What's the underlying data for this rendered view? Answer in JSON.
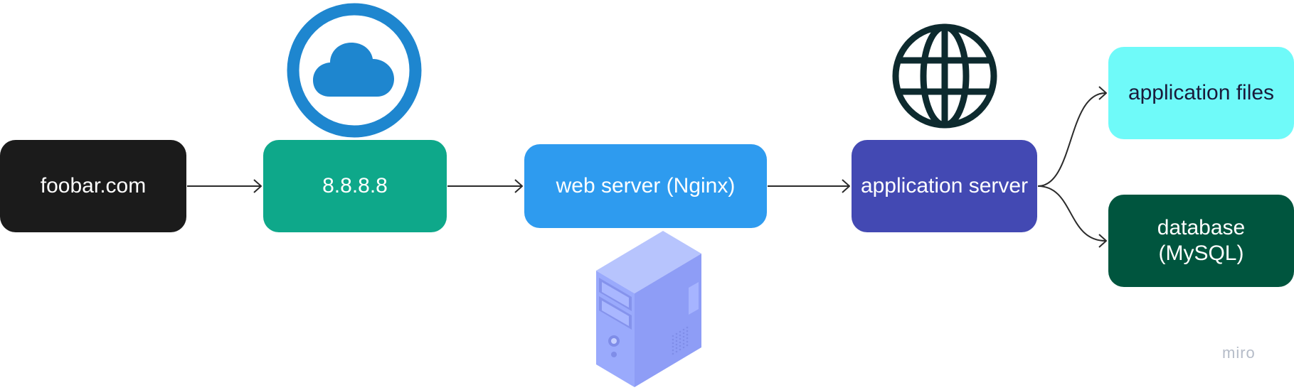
{
  "nodes": {
    "domain": {
      "label": "foobar.com",
      "bg": "#1b1b1b",
      "fg": "#ffffff"
    },
    "ip": {
      "label": "8.8.8.8",
      "bg": "#0ea88a",
      "fg": "#ffffff"
    },
    "web_server": {
      "label": "web server (Nginx)",
      "bg": "#2e9bef",
      "fg": "#ffffff"
    },
    "app_server": {
      "label": "application server",
      "bg": "#4349b3",
      "fg": "#ffffff"
    },
    "app_files": {
      "label": "application files",
      "bg": "#6ffaf9",
      "fg": "#1a1a3a"
    },
    "database": {
      "label": "database\n(MySQL)",
      "bg": "#00553e",
      "fg": "#ffffff"
    }
  },
  "edges": [
    {
      "from": "domain",
      "to": "ip"
    },
    {
      "from": "ip",
      "to": "web_server"
    },
    {
      "from": "web_server",
      "to": "app_server"
    },
    {
      "from": "app_server",
      "to": "app_files"
    },
    {
      "from": "app_server",
      "to": "database"
    }
  ],
  "icons": {
    "cloud": {
      "name": "cloud-icon",
      "color": "#1e86cf"
    },
    "globe": {
      "name": "globe-icon",
      "color": "#0d2a2e"
    },
    "server": {
      "name": "server-tower-icon",
      "color": "#9aaafc"
    }
  },
  "watermark": {
    "text": "miro",
    "color": "#b5bcc8"
  },
  "edge_color": "#2b2b2b"
}
